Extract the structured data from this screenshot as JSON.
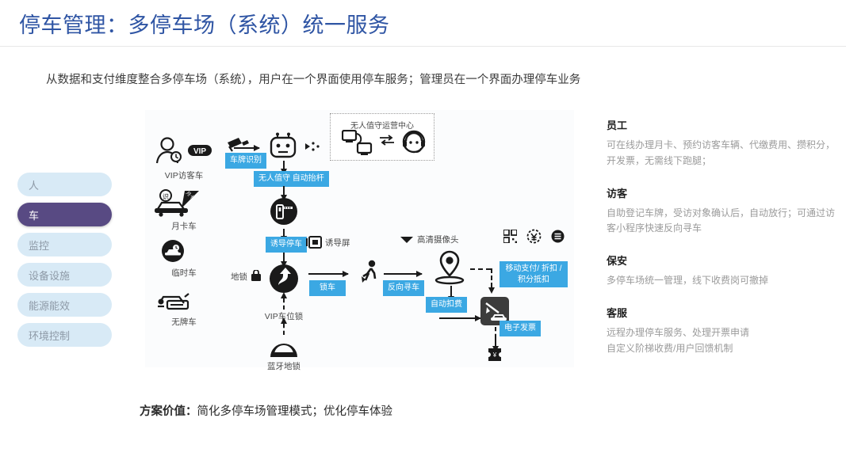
{
  "page": {
    "title": "停车管理：多停车场（系统）统一服务",
    "subtitle": "从数据和支付维度整合多停车场（系统），用户在一个界面使用停车服务；管理员在一个界面办理停车业务",
    "value_label": "方案价值：",
    "value_text": "简化多停车场管理模式；优化停车体验",
    "colors": {
      "title_blue": "#2f55a4",
      "chip_blue": "#3ba8e3",
      "pill_blue": "#d8eaf6",
      "pill_active_purple": "#584a83",
      "panel_bg": "#fbfcfd"
    }
  },
  "sidebar": {
    "items": [
      {
        "label": "人",
        "active": false
      },
      {
        "label": "车",
        "active": true
      },
      {
        "label": "监控",
        "active": false
      },
      {
        "label": "设备设施",
        "active": false
      },
      {
        "label": "能源能效",
        "active": false
      },
      {
        "label": "环境控制",
        "active": false
      }
    ]
  },
  "diagram": {
    "vehicle_types": [
      {
        "label": "VIP访客车",
        "icon": "vip-visitor-icon"
      },
      {
        "label": "月卡车",
        "icon": "monthly-card-car-icon"
      },
      {
        "label": "临时车",
        "icon": "temporary-car-icon"
      },
      {
        "label": "无牌车",
        "icon": "no-plate-car-icon"
      }
    ],
    "chips": {
      "plate_recognition": "车牌识别",
      "unattended_barrier": "无人值守  自动抬杆",
      "guided_parking": "诱导停车",
      "lock_car": "锁车",
      "reverse_find_car": "反向寻车",
      "auto_deduct": "自动扣费",
      "mobile_payment": "移动支付/ 折扣 / 积分抵扣",
      "e_invoice": "电子发票"
    },
    "labels": {
      "ops_center": "无人值守运营中心",
      "guide_screen": "诱导屏",
      "ground_lock": "地锁",
      "vip_space_lock": "VIP车位锁",
      "bluetooth_lock": "蓝牙地锁",
      "hd_camera": "高清摄像头"
    },
    "icons": {
      "camera": "plate-camera-icon",
      "robot": "robot-icon",
      "signal": "signal-waves-icon",
      "monitors": "linked-monitors-icon",
      "exchange": "exchange-arrows-icon",
      "headset_agent": "headset-agent-icon",
      "barrier_gate": "barrier-gate-icon",
      "guide_screen": "guide-screen-icon",
      "ground_lock": "ground-lock-icon",
      "navigate": "navigation-arrows-icon",
      "pedestrian": "pedestrian-icon",
      "hd_camera": "hd-camera-icon",
      "location_pin": "location-pin-icon",
      "bluetooth_lock": "bluetooth-lock-icon",
      "qr_code": "qr-code-icon",
      "coin_yuan": "yuan-coin-icon",
      "list_circle": "list-circle-icon",
      "exit_gate": "exit-gate-icon",
      "invoice_ticket": "invoice-ticket-icon"
    }
  },
  "info": {
    "blocks": [
      {
        "head": "员工",
        "body": "可在线办理月卡、预约访客车辆、代缴费用、攒积分，开发票，无需线下跑腿；"
      },
      {
        "head": "访客",
        "body": "自助登记车牌，受访对象确认后，自动放行；可通过访客小程序快速反向寻车"
      },
      {
        "head": "保安",
        "body": "多停车场统一管理，线下收费岗可撤掉"
      },
      {
        "head": "客服",
        "body": "远程办理停车服务、处理开票申请\n自定义阶梯收费/用户回馈机制"
      }
    ]
  }
}
